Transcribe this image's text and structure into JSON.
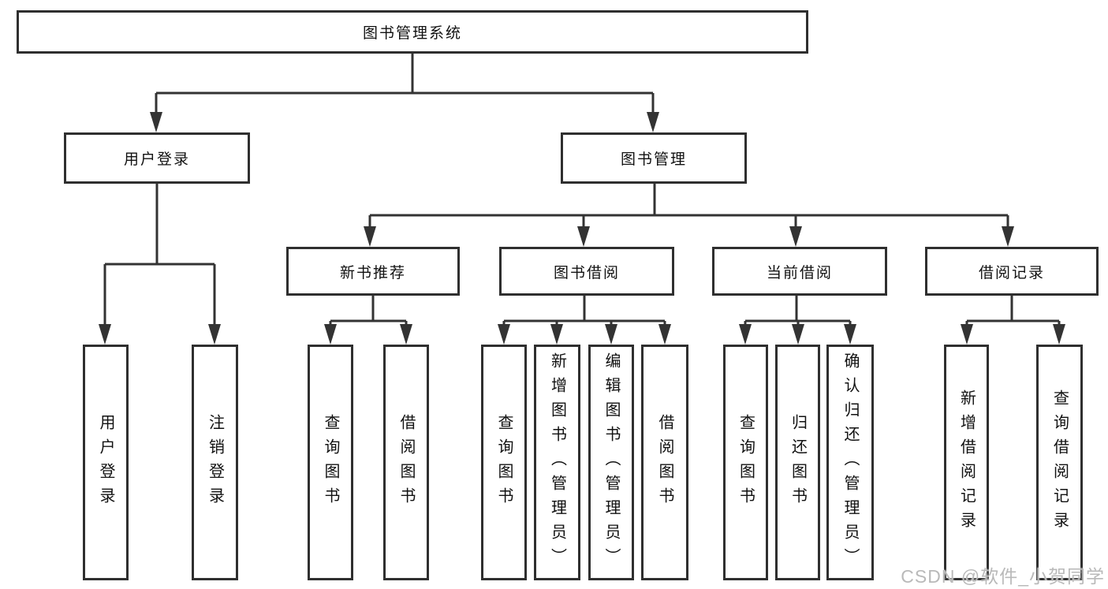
{
  "tree": {
    "label": "图书管理系统",
    "children": [
      {
        "label": "用户登录",
        "children": [
          {
            "label": "用户登录"
          },
          {
            "label": "注销登录"
          }
        ]
      },
      {
        "label": "图书管理",
        "children": [
          {
            "label": "新书推荐",
            "children": [
              {
                "label": "查询图书"
              },
              {
                "label": "借阅图书"
              }
            ]
          },
          {
            "label": "图书借阅",
            "children": [
              {
                "label": "查询图书"
              },
              {
                "label": "新增图书（管理员）"
              },
              {
                "label": "编辑图书（管理员）"
              },
              {
                "label": "借阅图书"
              }
            ]
          },
          {
            "label": "当前借阅",
            "children": [
              {
                "label": "查询图书"
              },
              {
                "label": "归还图书"
              },
              {
                "label": "确认归还（管理员）"
              }
            ]
          },
          {
            "label": "借阅记录",
            "children": [
              {
                "label": "新增借阅记录"
              },
              {
                "label": "查询借阅记录"
              }
            ]
          }
        ]
      }
    ]
  },
  "watermark": {
    "text": "CSDN @软件_小贺同学"
  },
  "colors": {
    "line": "#333333",
    "box_border": "#2f2f2f",
    "text": "#111111",
    "background": "#ffffff",
    "watermark": "#b9b9b9"
  }
}
